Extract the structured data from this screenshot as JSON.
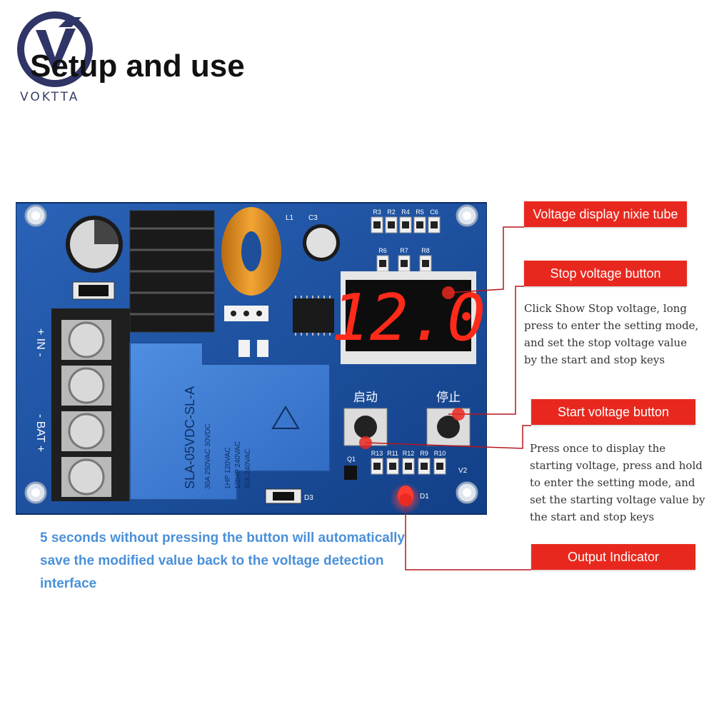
{
  "brand": {
    "name": "VOKTTA"
  },
  "title": "Setup and use",
  "board": {
    "display_value": "12.0",
    "start_key_label": "启动",
    "stop_key_label": "停止",
    "relay_model": "SLA-05VDC-SL-A",
    "relay_rating_1": "30A 250VAC 30VDC",
    "relay_rating_2": "1HP 120VAC",
    "relay_rating_3": "1/2HP 240VAC",
    "relay_rating_4": "30A 240VAC",
    "terminal_in": "+ IN -",
    "terminal_bat": "- BAT +",
    "l1": "L1",
    "c3": "C3",
    "d1": "D1",
    "d3": "D3",
    "v2": "V2",
    "q1": "Q1",
    "r_top": [
      "R3",
      "R2",
      "R4",
      "R5",
      "C6"
    ],
    "r_mid": [
      "R6",
      "R7",
      "R8"
    ],
    "r_bottom": [
      "R13",
      "R11",
      "R12",
      "R9",
      "R10"
    ]
  },
  "labels": {
    "display": "Voltage display nixie tube",
    "stop": "Stop voltage button",
    "start": "Start voltage button",
    "output": "Output Indicator"
  },
  "descriptions": {
    "stop": "Click Show Stop voltage, long press to enter the setting mode, and set the stop voltage value by the start and stop keys",
    "start": "Press once to display the starting voltage, press and hold to enter the setting mode, and set the starting voltage value by the start and stop keys"
  },
  "note": "5 seconds without pressing the button will automatically save the modified value back to the voltage detection interface",
  "colors": {
    "label_bg": "#e8281e",
    "note_text": "#4a90d9",
    "pcb": "#1d4f9a",
    "segment": "#ff2a1a",
    "leader": "#b5161d"
  }
}
